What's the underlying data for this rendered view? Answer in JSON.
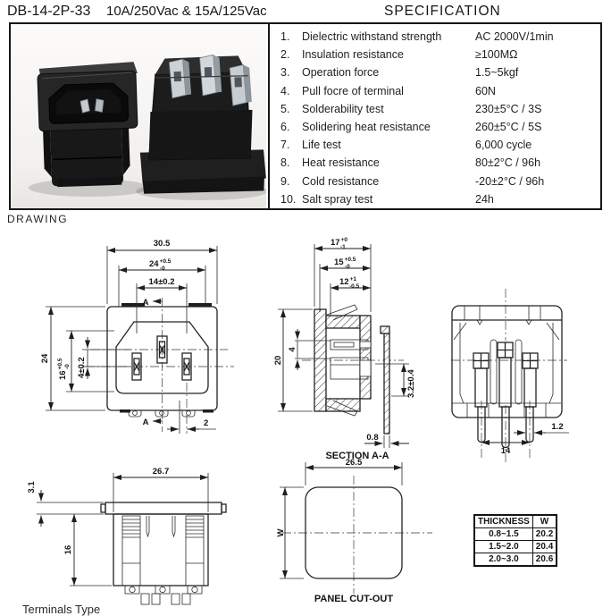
{
  "header": {
    "model": "DB-14-2P-33",
    "rating": "10A/250Vac & 15A/125Vac",
    "title": "SPECIFICATION"
  },
  "labels": {
    "drawing": "DRAWING",
    "terminals_type": "Terminals Type"
  },
  "spec": {
    "rows": [
      {
        "num": "1.",
        "label": "Dielectric withstand strength",
        "value": "AC 2000V/1min"
      },
      {
        "num": "2.",
        "label": "Insulation resistance",
        "value": "≥100MΩ"
      },
      {
        "num": "3.",
        "label": "Operation force",
        "value": "1.5~5kgf"
      },
      {
        "num": "4.",
        "label": "Pull focre of terminal",
        "value": "60N"
      },
      {
        "num": "5.",
        "label": "Solderability test",
        "value": "230±5°C / 3S"
      },
      {
        "num": "6.",
        "label": "Solidering heat resistance",
        "value": "260±5°C / 5S"
      },
      {
        "num": "7.",
        "label": "Life test",
        "value": "6,000 cycle"
      },
      {
        "num": "8.",
        "label": "Heat resistance",
        "value": "80±2°C / 96h"
      },
      {
        "num": "9.",
        "label": "Cold resistance",
        "value": "-20±2°C / 96h"
      },
      {
        "num": "10.",
        "label": "Salt spray test",
        "value": "24h"
      }
    ]
  },
  "drawings": {
    "front": {
      "dim_width_overall": "30.5",
      "dim_width_flange": {
        "main": "24",
        "sup": "+0.5",
        "sub": "-0"
      },
      "dim_pin_span": "14±0.2",
      "dim_height": "24",
      "dim_height_inner": {
        "main": "16",
        "sup": "+0.5",
        "sub": "-0"
      },
      "dim_pin_offset": "4±0.2",
      "dim_pin_edge": "2",
      "section_letter": "A"
    },
    "section": {
      "dim_depth_overall": {
        "main": "17",
        "sup": "+0",
        "sub": "-1"
      },
      "dim_depth_flange": {
        "main": "15",
        "sup": "+0.5",
        "sub": "-0"
      },
      "dim_depth_body": {
        "main": "12",
        "sup": "+1",
        "sub": "-0.5"
      },
      "dim_height": "20",
      "dim_pin": "4",
      "dim_panel": "3.2±0.4",
      "dim_flange_thickness": "0.8",
      "label": "SECTION A-A"
    },
    "rear": {
      "dim_pin_span": "14",
      "dim_pin_width": "1.2"
    },
    "bottom": {
      "dim_width": "26.7",
      "dim_flange": "3.1",
      "dim_height": "16"
    },
    "cutout": {
      "dim_width": "26.5",
      "dim_height_label": "W",
      "label": "PANEL CUT-OUT"
    }
  },
  "thickness_table": {
    "headers": [
      "THICKNESS",
      "W"
    ],
    "rows": [
      [
        "0.8~1.5",
        "20.2"
      ],
      [
        "1.5~2.0",
        "20.4"
      ],
      [
        "2.0~3.0",
        "20.6"
      ]
    ]
  },
  "colors": {
    "ink": "#1b1b1b",
    "paper": "#ffffff",
    "photo_background": "#f3f1ee",
    "connector_body": "#1e1e1e",
    "terminal_metal": "#c9cdd1"
  }
}
